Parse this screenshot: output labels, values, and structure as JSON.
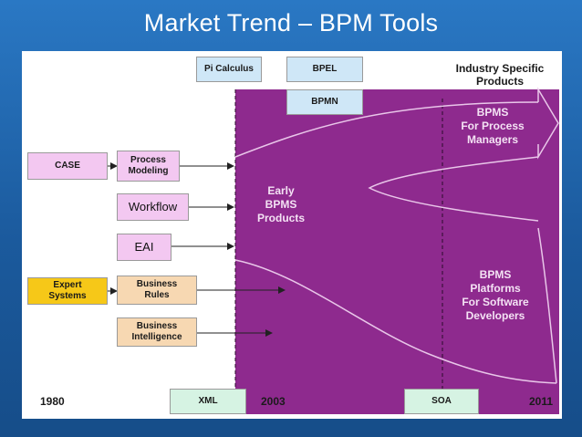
{
  "title": "Market Trend – BPM Tools",
  "boxes": {
    "pi_calculus": "Pi Calculus",
    "bpel": "BPEL",
    "bpmn": "BPMN",
    "case": "CASE",
    "process_modeling": "Process\nModeling",
    "workflow": "Workflow",
    "eai": "EAI",
    "expert_systems": "Expert\nSystems",
    "business_rules": "Business\nRules",
    "business_intelligence": "Business\nIntelligence",
    "xml": "XML",
    "soa": "SOA"
  },
  "labels": {
    "industry_specific": "Industry Specific\nProducts",
    "bpms_process": "BPMS\nFor Process\nManagers",
    "early_bpms": "Early\nBPMS\nProducts",
    "bpms_platforms": "BPMS\nPlatforms\nFor Software\nDevelopers"
  },
  "years": {
    "y1980": "1980",
    "y2003": "2003",
    "y2011": "2011"
  },
  "colors": {
    "slide_background": "#1f5fa3",
    "purple_region": "#8e2a8e",
    "pink_box": "#f3c8f1",
    "blue_box": "#cfe7f7",
    "tan_box": "#f7d8b2",
    "yellow_box": "#f6c818",
    "green_box": "#d6f3e3"
  }
}
